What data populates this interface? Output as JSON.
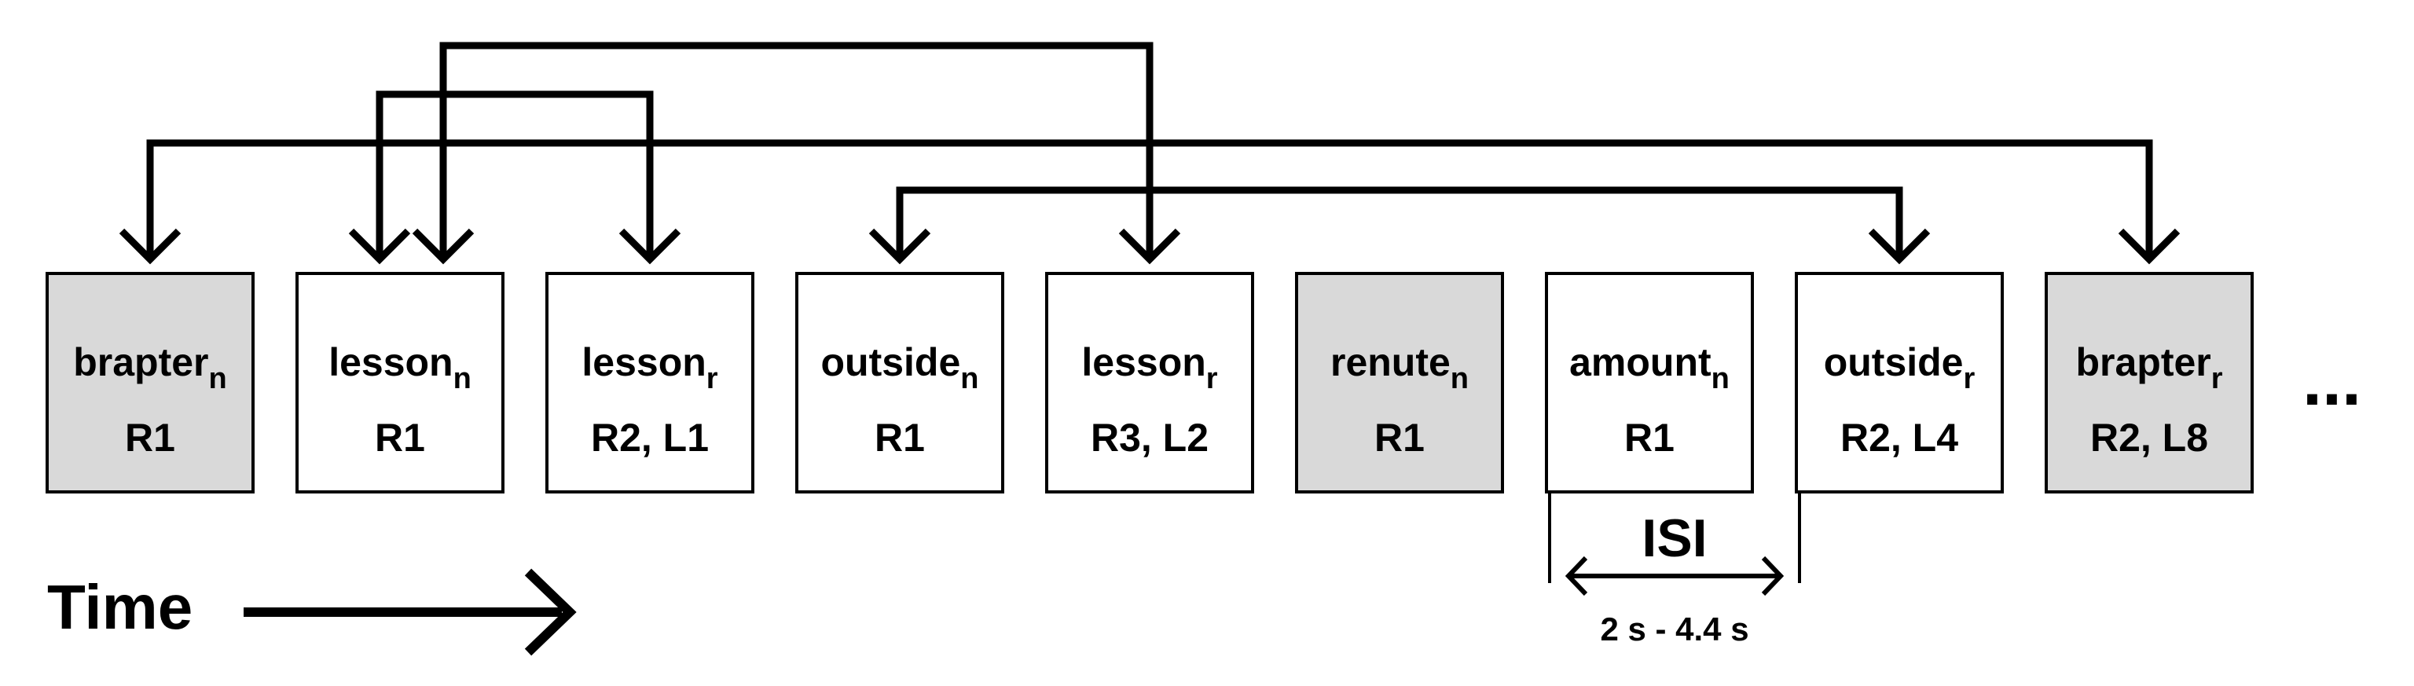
{
  "colors": {
    "novel_fill": "#ffffff",
    "shaded_fill": "#d9d9d9",
    "stroke": "#000000"
  },
  "trials": [
    {
      "word": "brapter",
      "sub": "n",
      "code": "R1",
      "shaded": true
    },
    {
      "word": "lesson",
      "sub": "n",
      "code": "R1",
      "shaded": false
    },
    {
      "word": "lesson",
      "sub": "r",
      "code": "R2, L1",
      "shaded": false
    },
    {
      "word": "outside",
      "sub": "n",
      "code": "R1",
      "shaded": false
    },
    {
      "word": "lesson",
      "sub": "r",
      "code": "R3, L2",
      "shaded": false
    },
    {
      "word": "renute",
      "sub": "n",
      "code": "R1",
      "shaded": true
    },
    {
      "word": "amount",
      "sub": "n",
      "code": "R1",
      "shaded": false
    },
    {
      "word": "outside",
      "sub": "r",
      "code": "R2, L4",
      "shaded": false
    },
    {
      "word": "brapter",
      "sub": "r",
      "code": "R2, L8",
      "shaded": true
    }
  ],
  "links": [
    {
      "from": 1,
      "to": 2
    },
    {
      "from": 1,
      "to": 4
    },
    {
      "from": 0,
      "to": 8
    },
    {
      "from": 3,
      "to": 7
    }
  ],
  "ellipsis": "...",
  "isi": {
    "label": "ISI",
    "range": "2 s - 4.4 s"
  },
  "time_label": "Time"
}
